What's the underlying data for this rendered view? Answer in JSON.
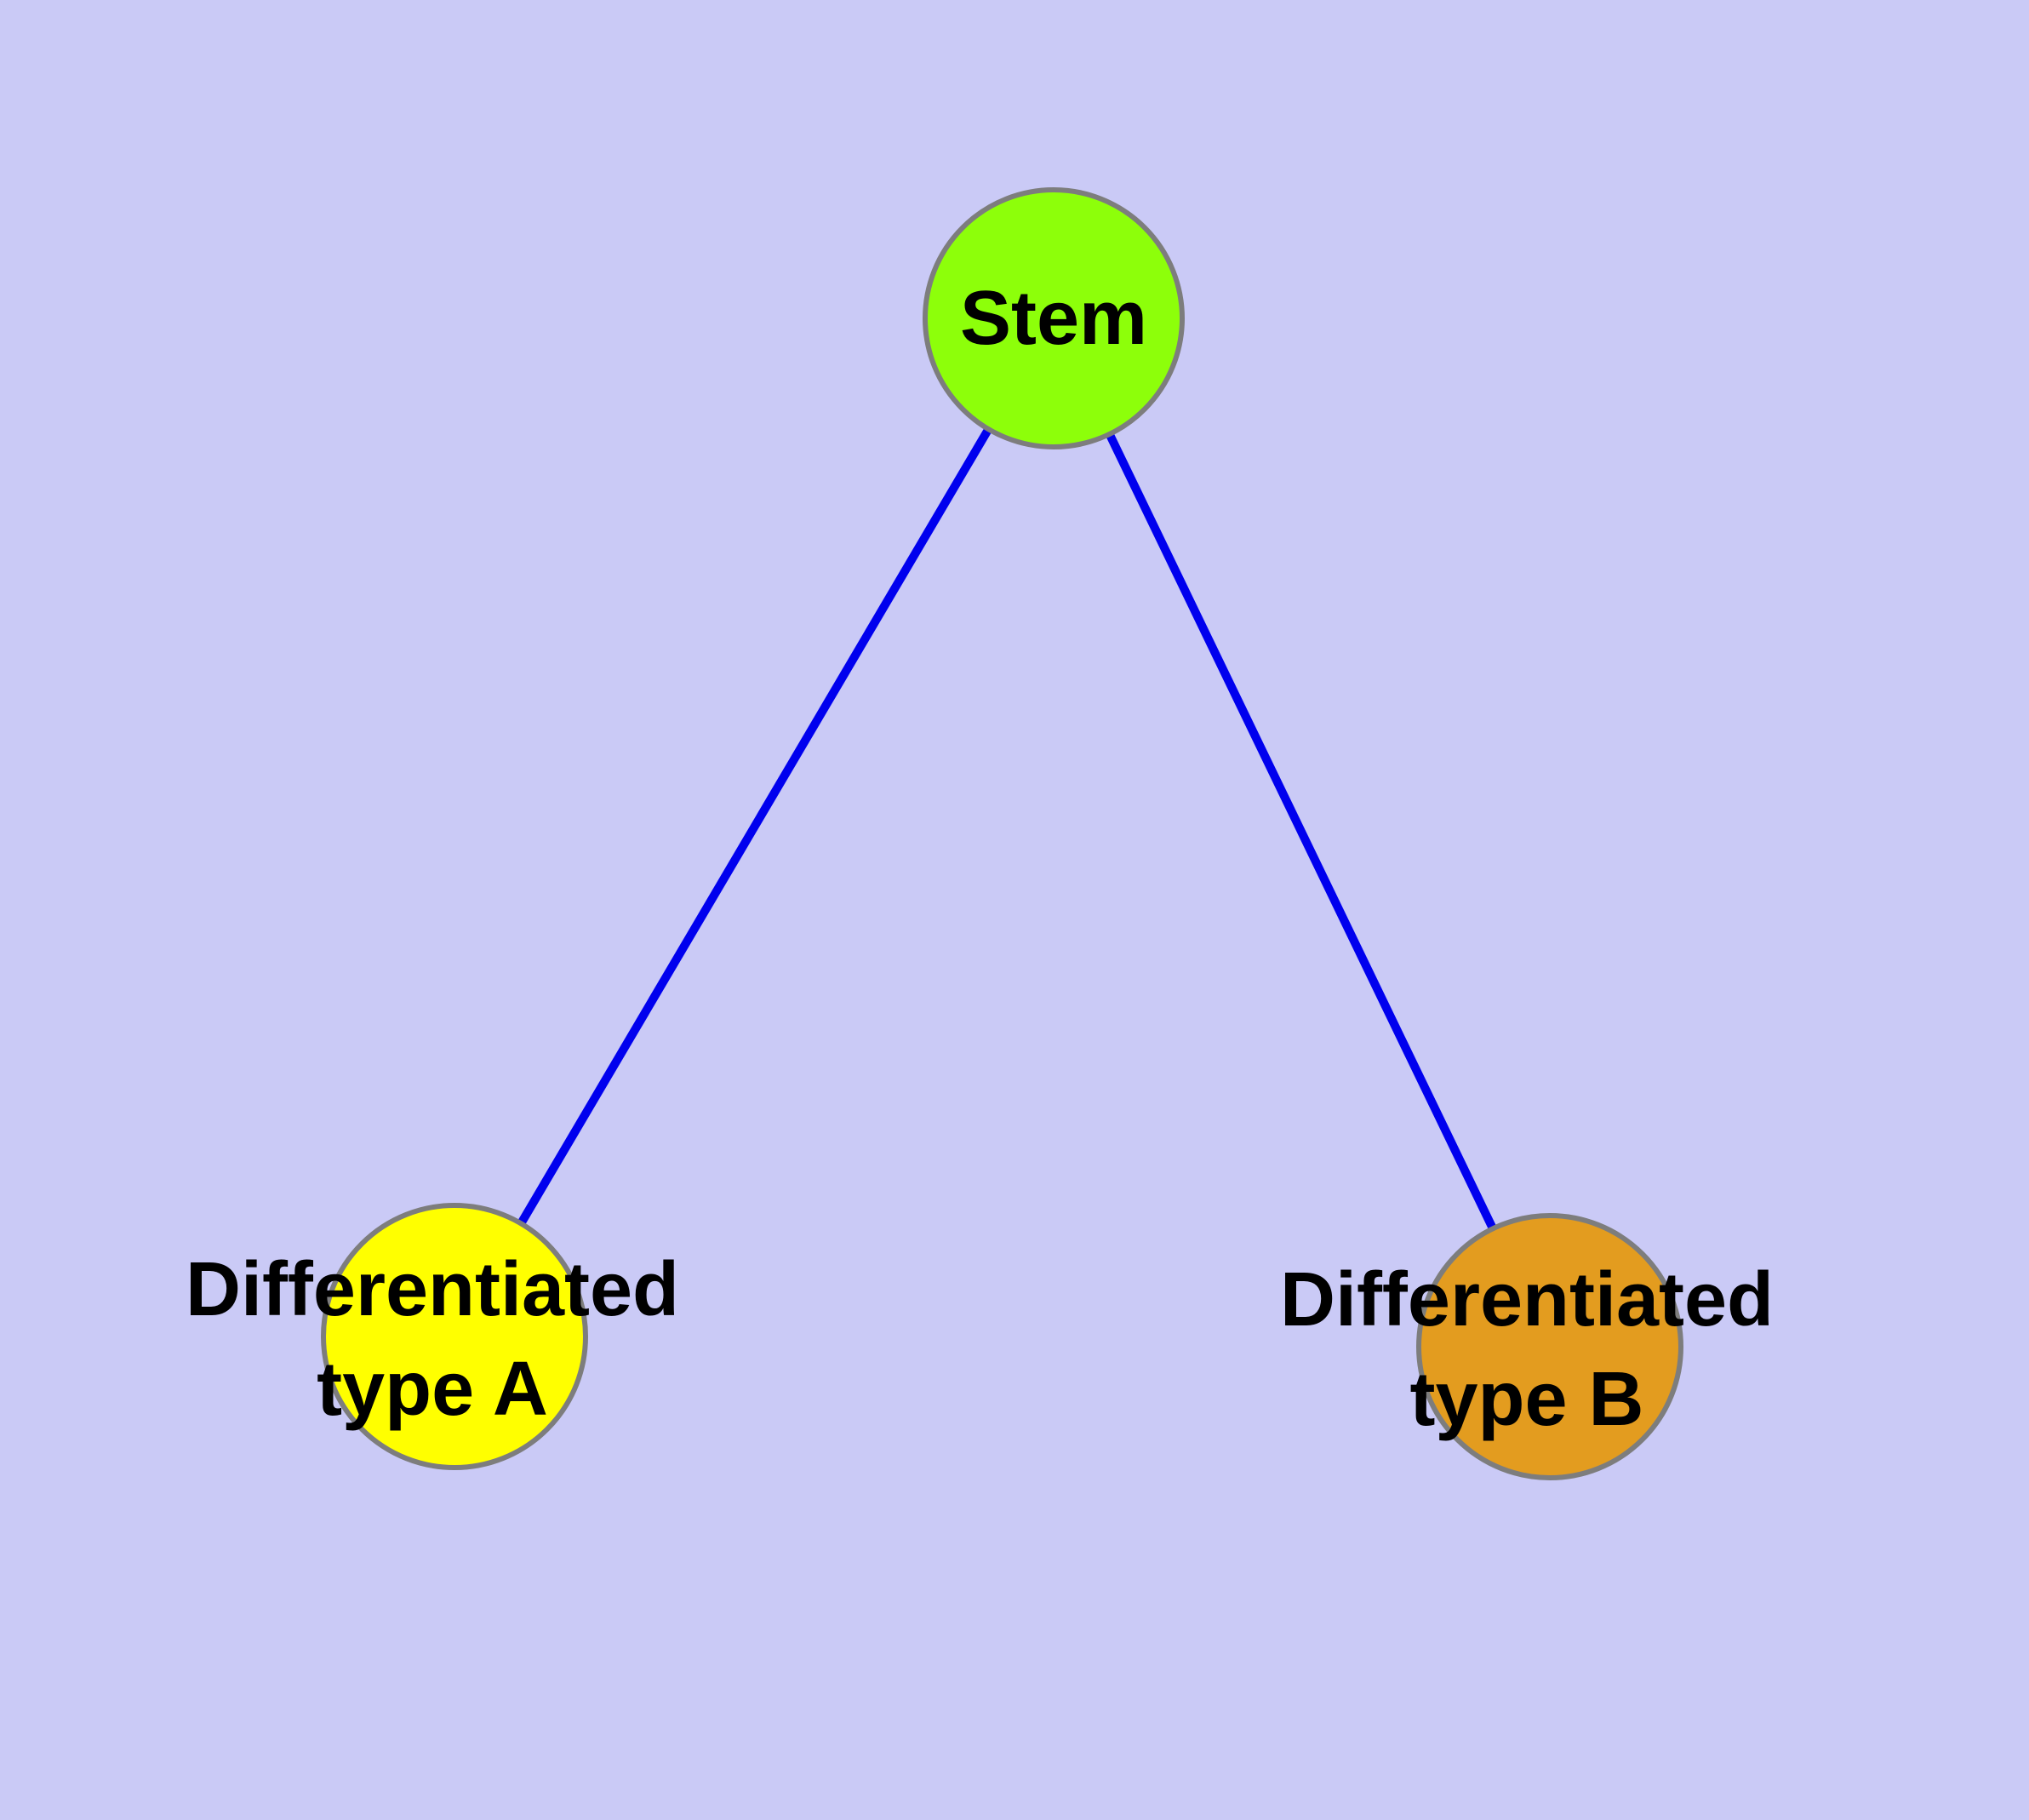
{
  "diagram": {
    "background_color": "#cacaf6",
    "edge_color": "#0000ee",
    "node_border_color": "#7d7d7d",
    "label_color": "#000000",
    "nodes": [
      {
        "id": "stem",
        "label": "Stem",
        "color": "#8dff0a"
      },
      {
        "id": "differentiated-type-a",
        "label": "Differentiated type A",
        "label_lines": [
          "Differentiated",
          "type A"
        ],
        "color": "#ffff00"
      },
      {
        "id": "differentiated-type-b",
        "label": "Differentiated type B",
        "label_lines": [
          "Differentiated",
          "type B"
        ],
        "color": "#e39c1f"
      }
    ],
    "edges": [
      {
        "source": "Stem",
        "target": "Differentiated type A"
      },
      {
        "source": "Stem",
        "target": "Differentiated type B"
      }
    ]
  }
}
